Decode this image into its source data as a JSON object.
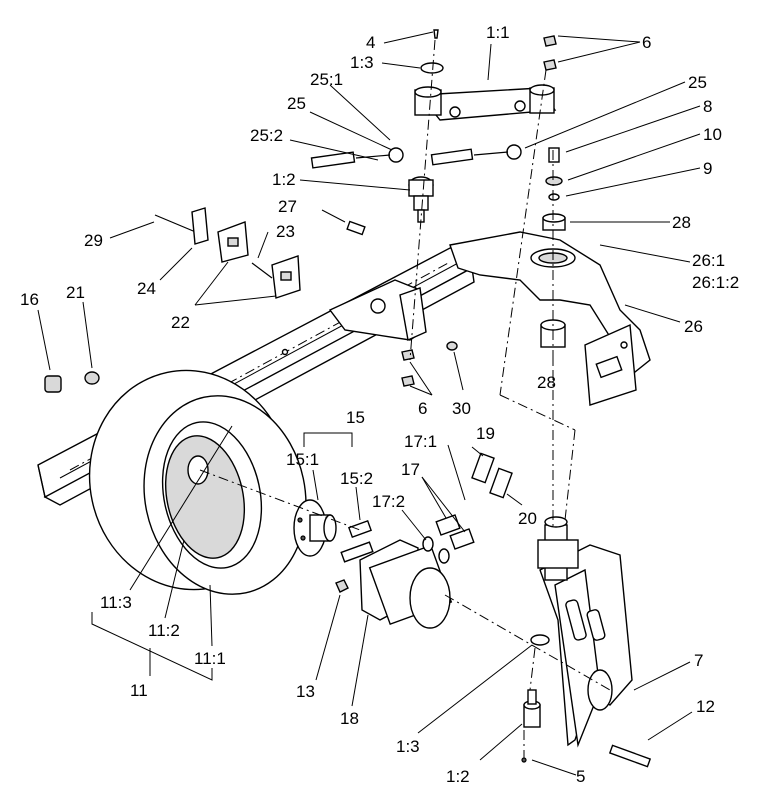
{
  "callouts": [
    {
      "id": "c-4",
      "text": "4"
    },
    {
      "id": "c-1-1",
      "text": "1:1"
    },
    {
      "id": "c-6-top",
      "text": "6"
    },
    {
      "id": "c-1-3-top",
      "text": "1:3"
    },
    {
      "id": "c-25-1",
      "text": "25:1"
    },
    {
      "id": "c-25-left",
      "text": "25"
    },
    {
      "id": "c-25-right",
      "text": "25"
    },
    {
      "id": "c-25-2",
      "text": "25:2"
    },
    {
      "id": "c-8",
      "text": "8"
    },
    {
      "id": "c-10",
      "text": "10"
    },
    {
      "id": "c-9",
      "text": "9"
    },
    {
      "id": "c-1-2-top",
      "text": "1:2"
    },
    {
      "id": "c-27",
      "text": "27"
    },
    {
      "id": "c-28-top",
      "text": "28"
    },
    {
      "id": "c-29",
      "text": "29"
    },
    {
      "id": "c-23",
      "text": "23"
    },
    {
      "id": "c-24",
      "text": "24"
    },
    {
      "id": "c-26-1",
      "text": "26:1"
    },
    {
      "id": "c-26-1-2",
      "text": "26:1:2"
    },
    {
      "id": "c-22",
      "text": "22"
    },
    {
      "id": "c-26",
      "text": "26"
    },
    {
      "id": "c-16",
      "text": "16"
    },
    {
      "id": "c-21",
      "text": "21"
    },
    {
      "id": "c-28-mid",
      "text": "28"
    },
    {
      "id": "c-6-mid",
      "text": "6"
    },
    {
      "id": "c-30",
      "text": "30"
    },
    {
      "id": "c-15",
      "text": "15"
    },
    {
      "id": "c-17-1",
      "text": "17:1"
    },
    {
      "id": "c-19",
      "text": "19"
    },
    {
      "id": "c-15-1",
      "text": "15:1"
    },
    {
      "id": "c-15-2",
      "text": "15:2"
    },
    {
      "id": "c-17",
      "text": "17"
    },
    {
      "id": "c-17-2",
      "text": "17:2"
    },
    {
      "id": "c-20",
      "text": "20"
    },
    {
      "id": "c-11-3",
      "text": "11:3"
    },
    {
      "id": "c-11-2",
      "text": "11:2"
    },
    {
      "id": "c-11-1",
      "text": "11:1"
    },
    {
      "id": "c-11",
      "text": "11"
    },
    {
      "id": "c-13",
      "text": "13"
    },
    {
      "id": "c-18",
      "text": "18"
    },
    {
      "id": "c-7",
      "text": "7"
    },
    {
      "id": "c-12",
      "text": "12"
    },
    {
      "id": "c-1-3-bot",
      "text": "1:3"
    },
    {
      "id": "c-1-2-bot",
      "text": "1:2"
    },
    {
      "id": "c-5",
      "text": "5"
    }
  ]
}
